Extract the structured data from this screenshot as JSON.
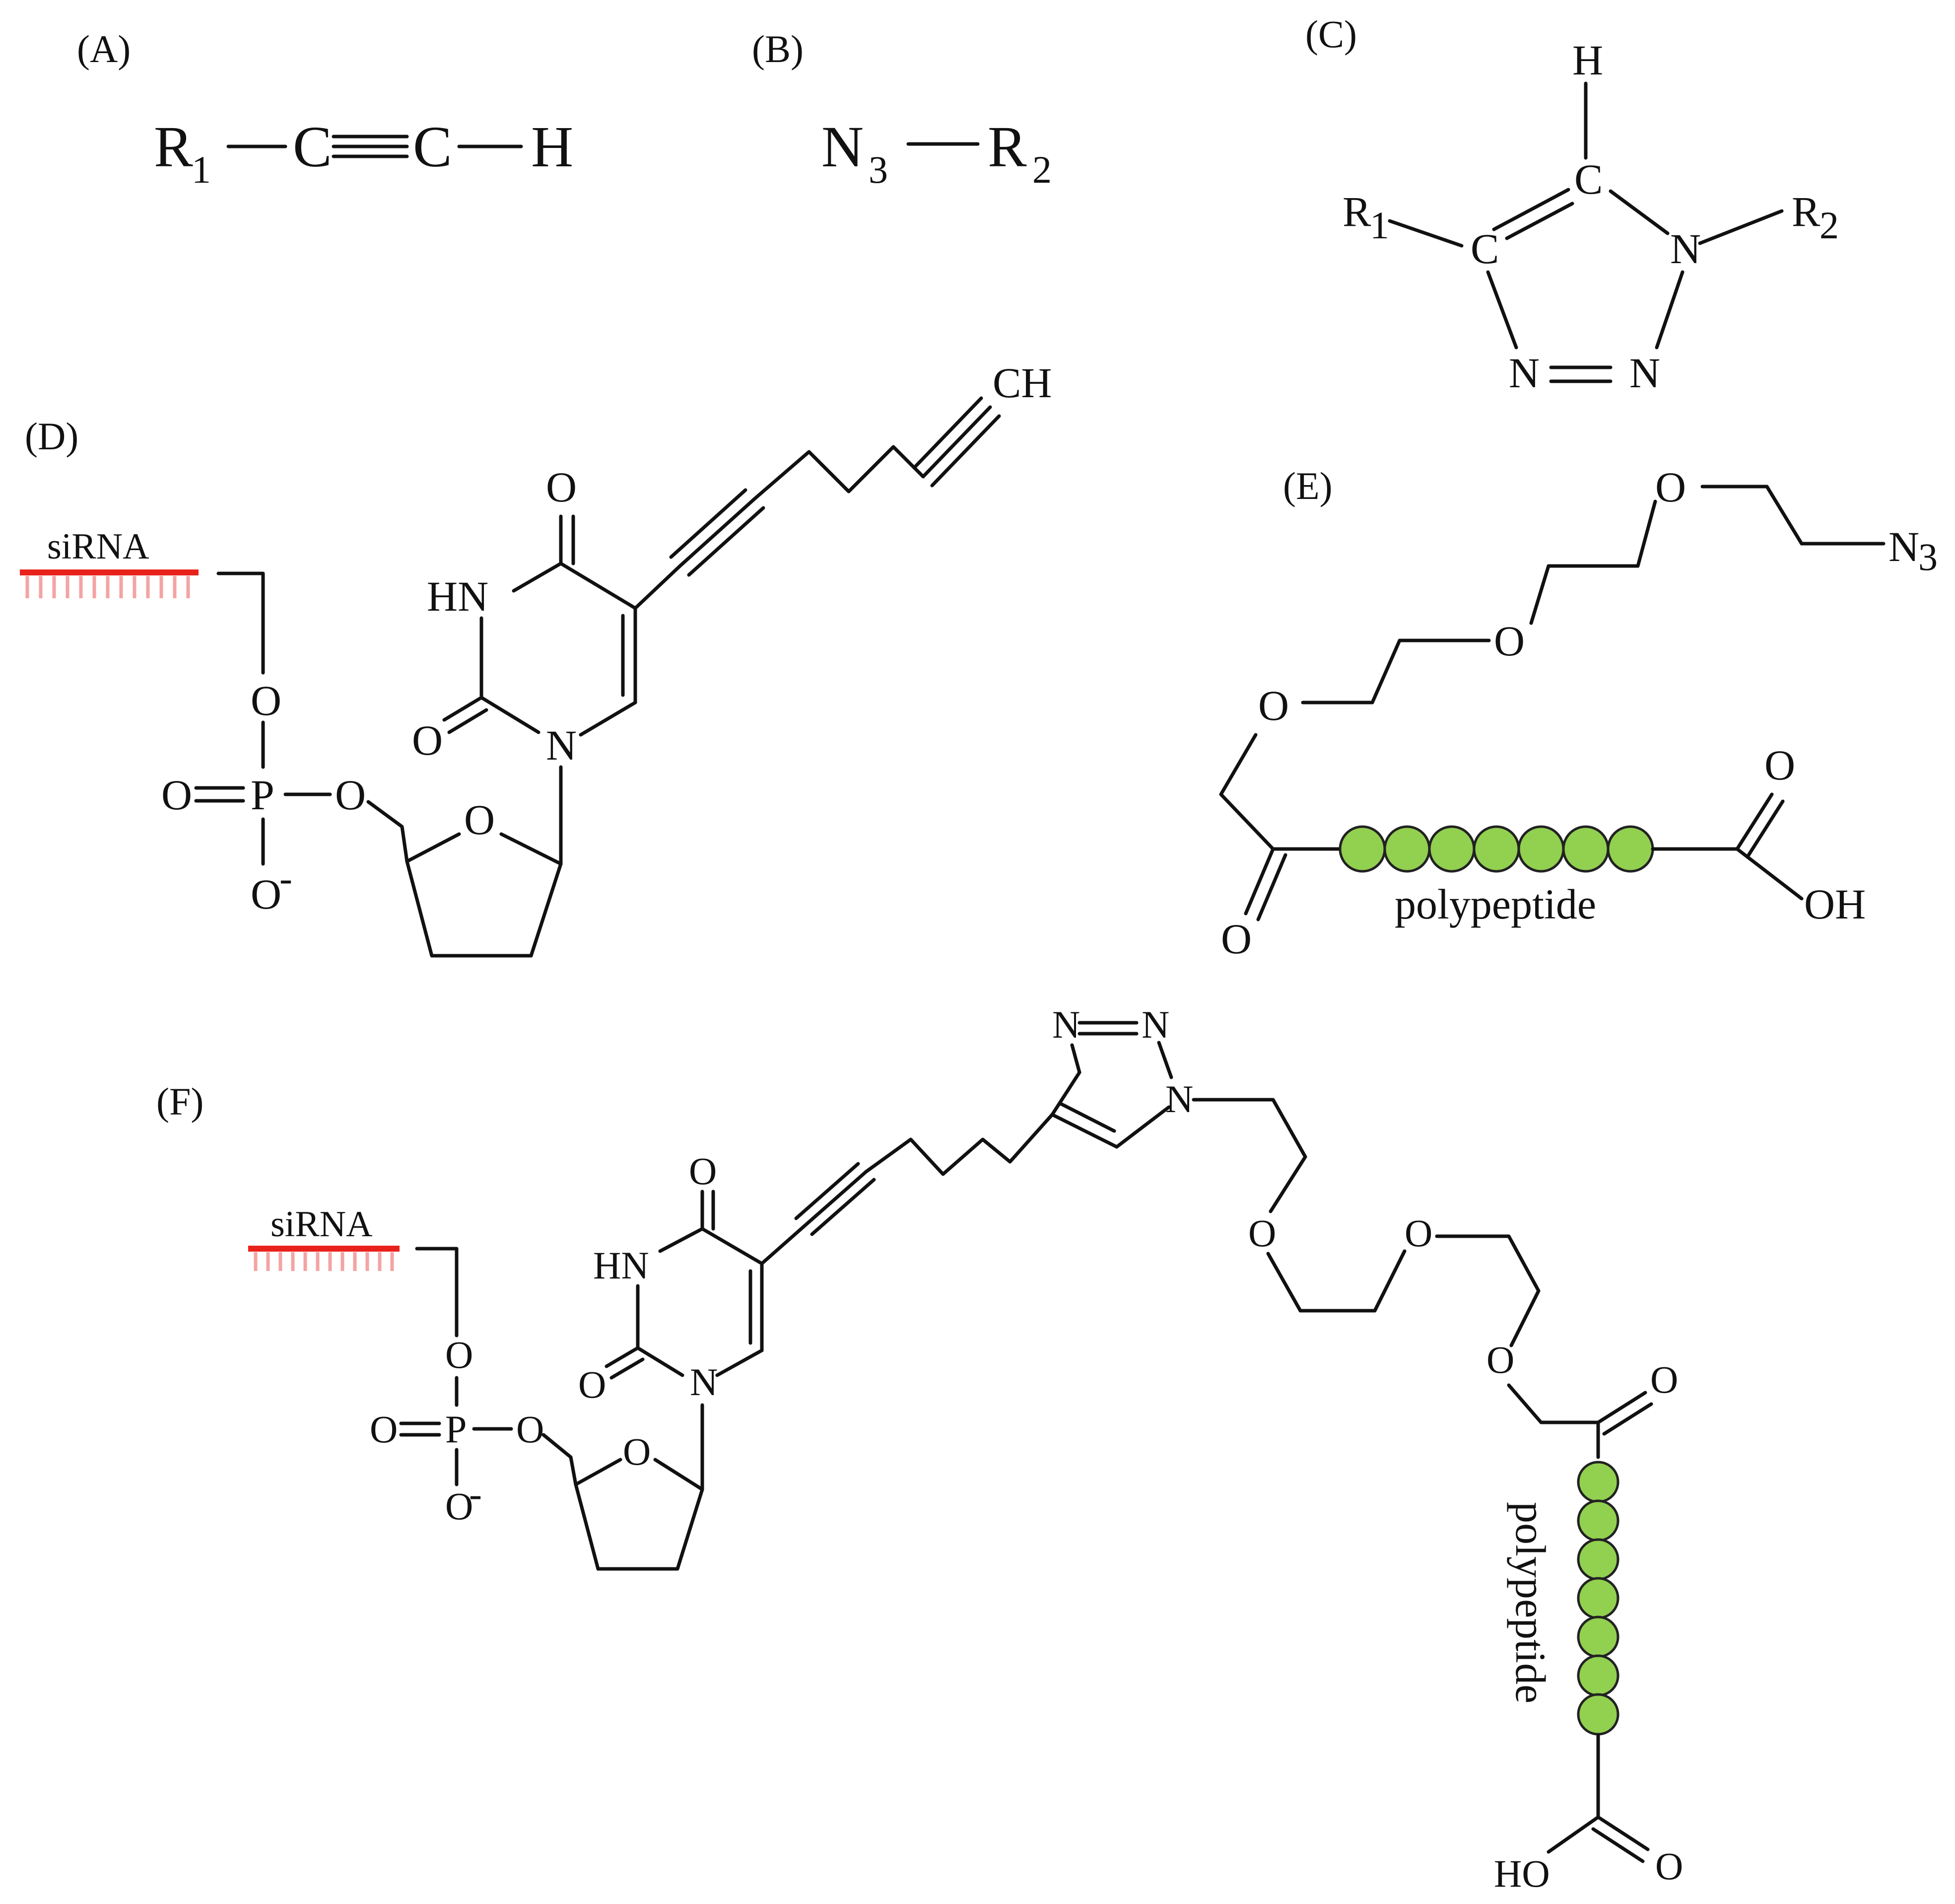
{
  "colors": {
    "bond": "#111111",
    "sirna_strand": "#e8221b",
    "sirna_teeth": "#f4a3a3",
    "peptide_bead": "#92d050"
  },
  "panels": {
    "a": "(A)",
    "b": "(B)",
    "c": "(C)",
    "d": "(D)",
    "e": "(E)",
    "f": "(F)"
  },
  "panel_a": {
    "r": "R",
    "r_sub": "1",
    "c1": "C",
    "c2": "C",
    "h": "H"
  },
  "panel_b": {
    "n": "N",
    "n_sub": "3",
    "r": "R",
    "r_sub": "2"
  },
  "panel_c": {
    "h": "H",
    "c_top": "C",
    "c_left": "C",
    "n1": "N",
    "n_bl": "N",
    "n_br": "N",
    "r1": "R",
    "r1_sub": "1",
    "r2": "R",
    "r2_sub": "2"
  },
  "panel_d": {
    "sirna": "siRNA",
    "ch": "CH",
    "o_carbonyl4": "O",
    "hn": "HN",
    "o_carbonyl2": "O",
    "n1": "N",
    "o_ring": "O",
    "o_ester": "O",
    "o_linker": "O",
    "p": "P",
    "o_double": "O",
    "o_minus": "O",
    "minus": "-"
  },
  "panel_e": {
    "o1": "O",
    "o2": "O",
    "o3": "O",
    "n3": "N",
    "n3_sub": "3",
    "o_carbonyl": "O",
    "o_acid": "O",
    "oh": "OH",
    "polypeptide": "polypeptide"
  },
  "panel_f": {
    "sirna": "siRNA",
    "n_a": "N",
    "n_b": "N",
    "n_c": "N",
    "o_carbonyl4": "O",
    "hn": "HN",
    "o_carbonyl2": "O",
    "n1": "N",
    "o_ring": "O",
    "o_ester": "O",
    "o_linker": "O",
    "p": "P",
    "o_double": "O",
    "o_minus": "O",
    "minus": "-",
    "o_peg1": "O",
    "o_peg2": "O",
    "o_peg3": "O",
    "o_carbonyl": "O",
    "polypeptide": "polypeptide",
    "ho": "HO",
    "o_acid": "O"
  }
}
